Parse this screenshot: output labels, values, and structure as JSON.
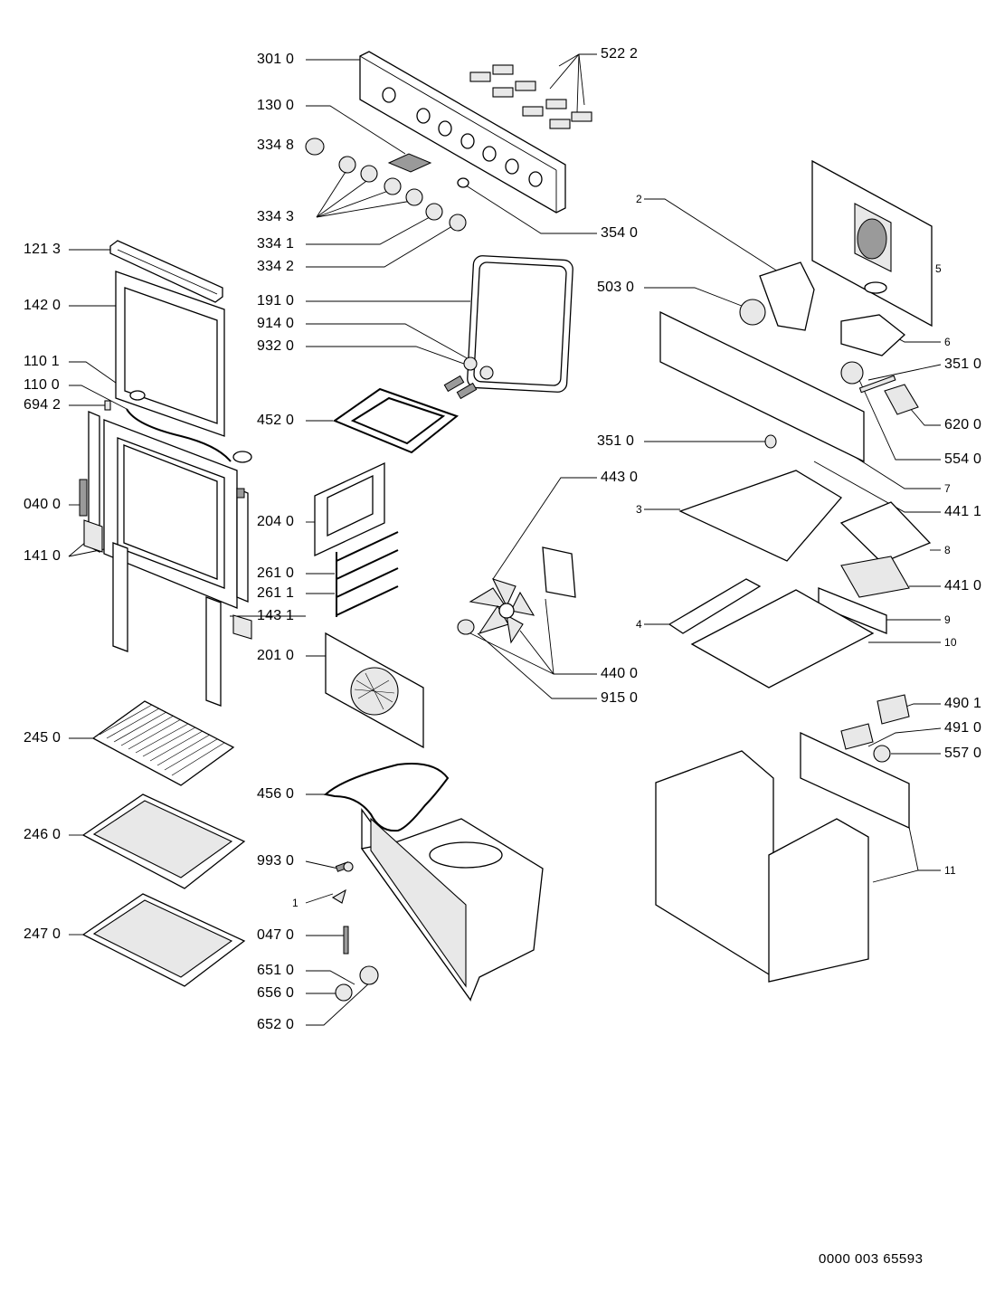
{
  "document_number": "0000 003 65593",
  "labels": [
    {
      "id": "l3010",
      "text": "301 0"
    },
    {
      "id": "l5222",
      "text": "522 2"
    },
    {
      "id": "l1300",
      "text": "130 0"
    },
    {
      "id": "l3348",
      "text": "334 8"
    },
    {
      "id": "l3343",
      "text": "334 3"
    },
    {
      "id": "l3341",
      "text": "334 1"
    },
    {
      "id": "l3342",
      "text": "334 2"
    },
    {
      "id": "l3540",
      "text": "354 0"
    },
    {
      "id": "l1213",
      "text": "121 3"
    },
    {
      "id": "l1420",
      "text": "142 0"
    },
    {
      "id": "l1101",
      "text": "110 1"
    },
    {
      "id": "l1100",
      "text": "110 0"
    },
    {
      "id": "l6942",
      "text": "694 2"
    },
    {
      "id": "l0400",
      "text": "040 0"
    },
    {
      "id": "l1410",
      "text": "141 0"
    },
    {
      "id": "l1910",
      "text": "191 0"
    },
    {
      "id": "l9140",
      "text": "914 0"
    },
    {
      "id": "l9320",
      "text": "932 0"
    },
    {
      "id": "l4520",
      "text": "452 0"
    },
    {
      "id": "l2040",
      "text": "204 0"
    },
    {
      "id": "l2610",
      "text": "261 0"
    },
    {
      "id": "l2611",
      "text": "261 1"
    },
    {
      "id": "l1431",
      "text": "143 1"
    },
    {
      "id": "l2010",
      "text": "201 0"
    },
    {
      "id": "l2450",
      "text": "245 0"
    },
    {
      "id": "l2460",
      "text": "246 0"
    },
    {
      "id": "l2470",
      "text": "247 0"
    },
    {
      "id": "l4560",
      "text": "456 0"
    },
    {
      "id": "l9930",
      "text": "993 0"
    },
    {
      "id": "l1",
      "text": "1"
    },
    {
      "id": "l0470",
      "text": "047 0"
    },
    {
      "id": "l6510",
      "text": "651 0"
    },
    {
      "id": "l6560",
      "text": "656 0"
    },
    {
      "id": "l6520",
      "text": "652 0"
    },
    {
      "id": "l2",
      "text": "2"
    },
    {
      "id": "l5",
      "text": "5"
    },
    {
      "id": "l5030",
      "text": "503 0"
    },
    {
      "id": "l6",
      "text": "6"
    },
    {
      "id": "l3510a",
      "text": "351 0"
    },
    {
      "id": "l6200",
      "text": "620 0"
    },
    {
      "id": "l3510b",
      "text": "351 0"
    },
    {
      "id": "l5540",
      "text": "554 0"
    },
    {
      "id": "l4430",
      "text": "443 0"
    },
    {
      "id": "l7",
      "text": "7"
    },
    {
      "id": "l3",
      "text": "3"
    },
    {
      "id": "l4411",
      "text": "441 1"
    },
    {
      "id": "l8",
      "text": "8"
    },
    {
      "id": "l4410",
      "text": "441 0"
    },
    {
      "id": "l4",
      "text": "4"
    },
    {
      "id": "l9",
      "text": "9"
    },
    {
      "id": "l10",
      "text": "10"
    },
    {
      "id": "l4400",
      "text": "440 0"
    },
    {
      "id": "l9150",
      "text": "915 0"
    },
    {
      "id": "l4901",
      "text": "490 1"
    },
    {
      "id": "l4910",
      "text": "491 0"
    },
    {
      "id": "l5570",
      "text": "557 0"
    },
    {
      "id": "l11",
      "text": "11"
    }
  ]
}
